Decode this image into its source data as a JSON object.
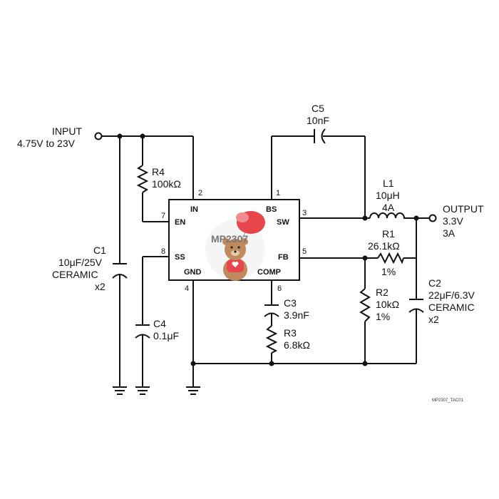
{
  "input": {
    "label": "INPUT",
    "range": "4.75V to 23V"
  },
  "output": {
    "label": "OUTPUT",
    "voltage": "3.3V",
    "current": "3A"
  },
  "chip": {
    "name": "MP2307",
    "pins": {
      "in": {
        "num": "2",
        "name": "IN"
      },
      "en": {
        "num": "7",
        "name": "EN"
      },
      "ss": {
        "num": "8",
        "name": "SS"
      },
      "gnd": {
        "num": "4",
        "name": "GND"
      },
      "bs": {
        "num": "1",
        "name": "BS"
      },
      "sw": {
        "num": "3",
        "name": "SW"
      },
      "fb": {
        "num": "5",
        "name": "FB"
      },
      "comp": {
        "num": "6",
        "name": "COMP"
      }
    }
  },
  "components": {
    "r4": {
      "name": "R4",
      "value": "100kΩ"
    },
    "c1": {
      "name": "C1",
      "value": "10μF/25V",
      "type": "CERAMIC",
      "qty": "x2"
    },
    "c4": {
      "name": "C4",
      "value": "0.1μF"
    },
    "c5": {
      "name": "C5",
      "value": "10nF"
    },
    "l1": {
      "name": "L1",
      "value": "10μH",
      "rating": "4A"
    },
    "r1": {
      "name": "R1",
      "value": "26.1kΩ",
      "tol": "1%"
    },
    "r2": {
      "name": "R2",
      "value": "10kΩ",
      "tol": "1%"
    },
    "c3": {
      "name": "C3",
      "value": "3.9nF"
    },
    "r3": {
      "name": "R3",
      "value": "6.8kΩ"
    },
    "c2": {
      "name": "C2",
      "value": "22μF/6.3V",
      "type": "CERAMIC",
      "qty": "x2"
    }
  },
  "reference": "MP2307_TAC01",
  "colors": {
    "wire": "#111111",
    "chip_text": "#777777",
    "sticker_heart": "#e8454c"
  }
}
